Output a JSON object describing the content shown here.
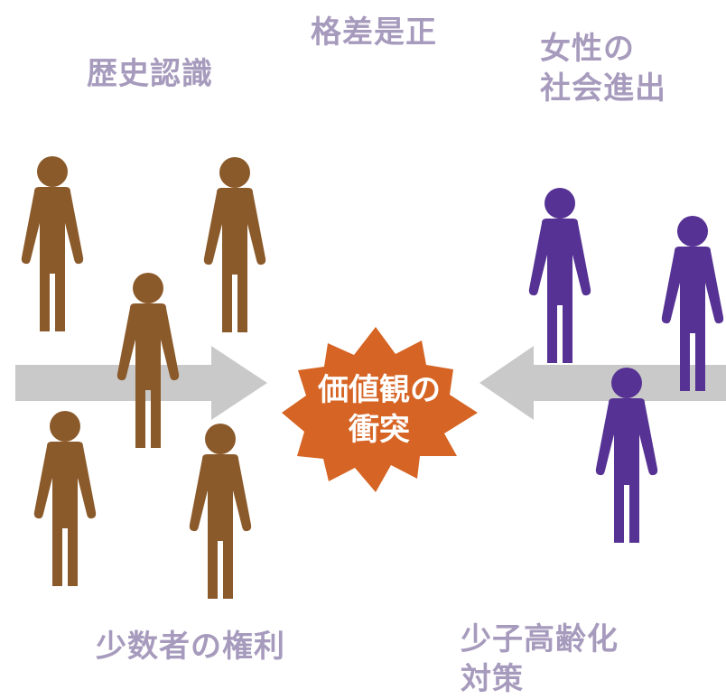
{
  "topics": {
    "history": "歴史認識",
    "inequality": "格差是正",
    "women": [
      "女性の",
      "社会進出"
    ],
    "minority": "少数者の権利",
    "aging": [
      "少子高齢化",
      "対策"
    ]
  },
  "center": {
    "label": [
      "価値観の",
      "衝突"
    ]
  },
  "colors": {
    "group_left": "#8b5a2b",
    "group_right": "#553293",
    "arrow": "#c9c9c9",
    "burst": "#d66424",
    "topic_text": "#a79bbd"
  }
}
